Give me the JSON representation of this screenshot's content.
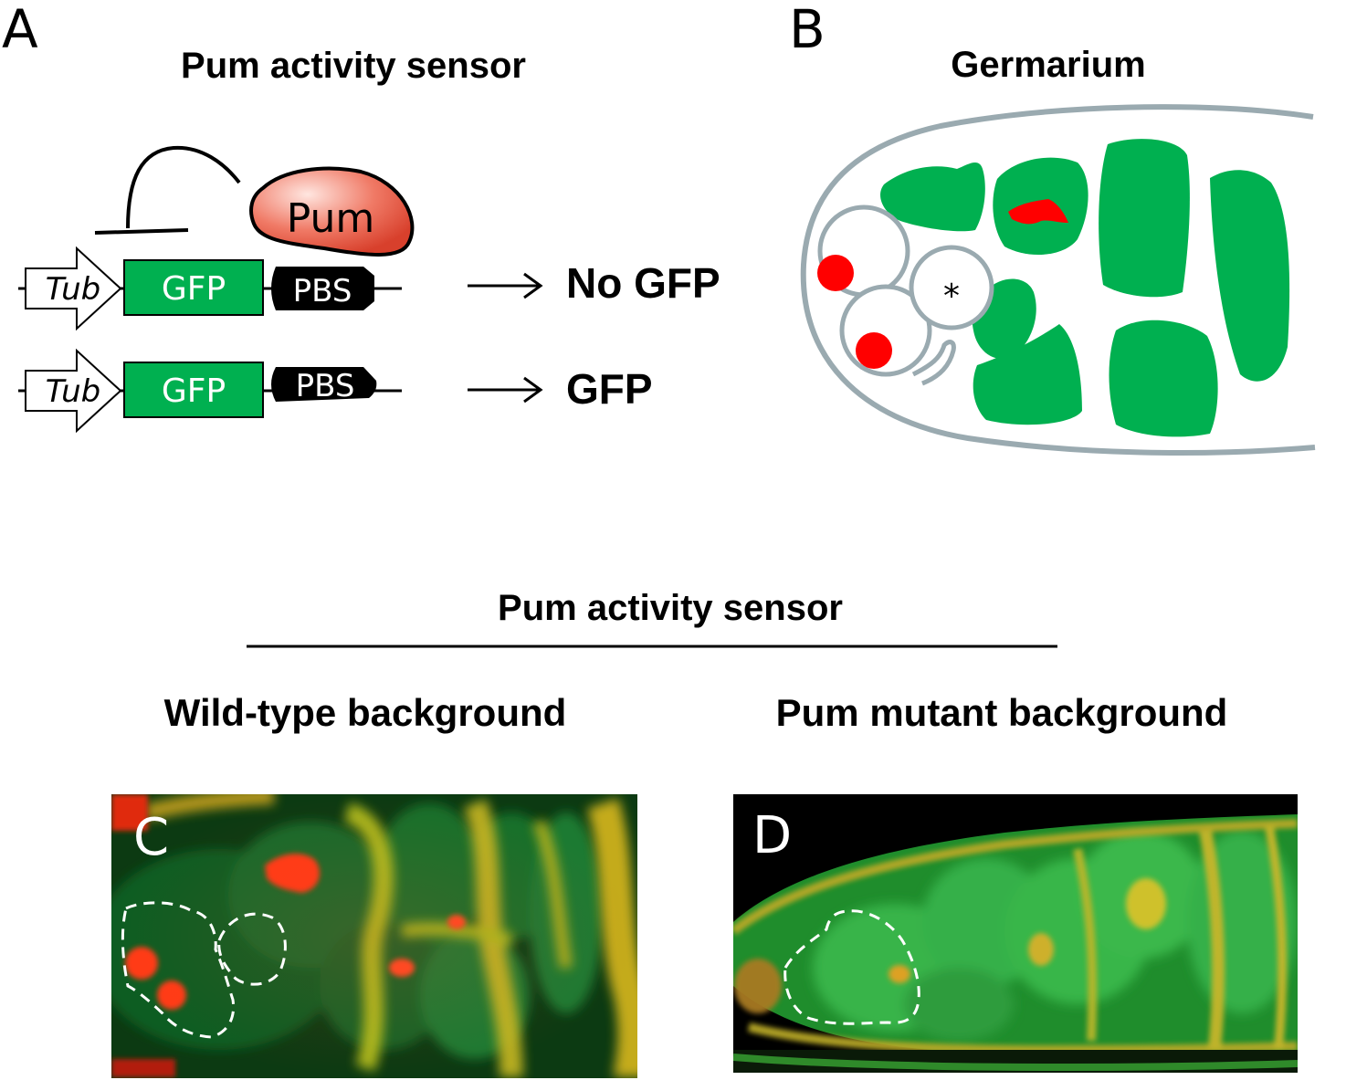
{
  "panel_a": {
    "letter": "A",
    "title": "Pum activity sensor",
    "protein_label": "Pum",
    "row1": {
      "promoter": "Tub",
      "gene": "GFP",
      "element": "PBS",
      "result": "No GFP"
    },
    "row2": {
      "promoter": "Tub",
      "gene": "GFP",
      "element": "PBS",
      "result": "GFP"
    }
  },
  "panel_b": {
    "letter": "B",
    "title": "Germarium",
    "niche_marker": "*"
  },
  "bottom": {
    "title": "Pum activity sensor",
    "left_label": "Wild-type background",
    "right_label": "Pum mutant background",
    "image_c_letter": "C",
    "image_d_letter": "D"
  },
  "colors": {
    "gfp_green": "#00b050",
    "red": "#ff0000",
    "outline_gray": "#9aaab0",
    "pum_red": "#e8604c"
  }
}
